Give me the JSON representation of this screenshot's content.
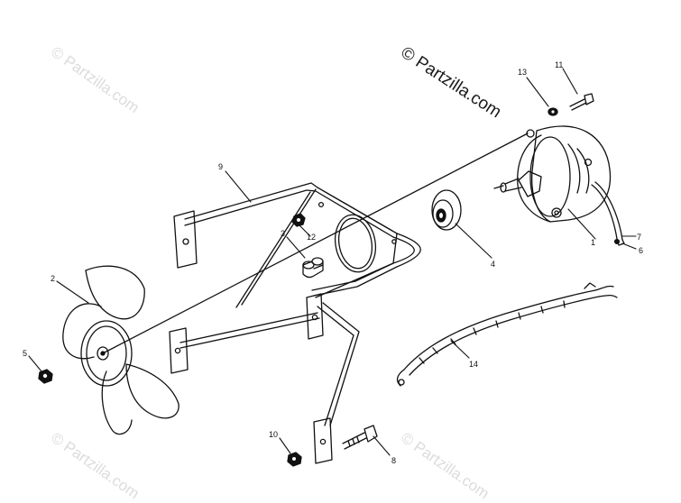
{
  "watermarks": {
    "main": "© Partzilla.com",
    "faint": "© Partzilla.com"
  },
  "callouts": {
    "c1": "1",
    "c2": "2",
    "c3": "3",
    "c4": "4",
    "c5": "5",
    "c6": "6",
    "c7": "7",
    "c8": "8",
    "c9": "9",
    "c10": "10",
    "c11": "11",
    "c12": "12",
    "c13": "13",
    "c14": "14"
  },
  "colors": {
    "line": "#111111",
    "watermark_faint": "#dcdcdc"
  }
}
